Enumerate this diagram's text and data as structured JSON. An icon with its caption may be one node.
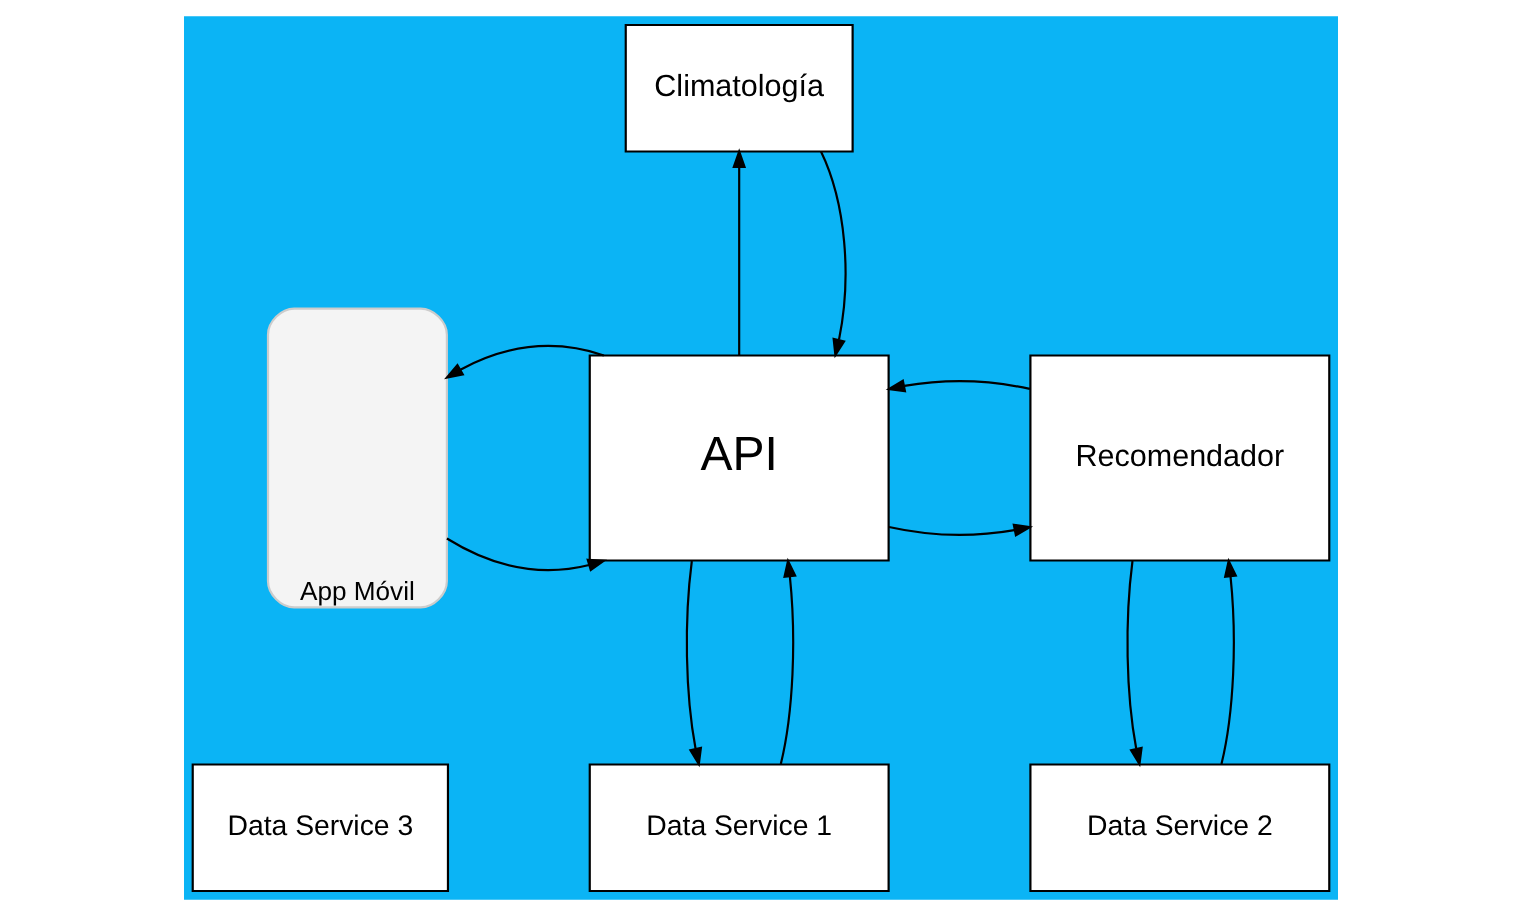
{
  "diagram": {
    "nodes": [
      {
        "text": [
          "App Móvil"
        ]
      },
      {
        "text": [
          "Climatología"
        ]
      },
      {
        "text": [
          "API"
        ]
      },
      {
        "text": [
          "Recomendador"
        ]
      },
      {
        "text": [
          "Data Service 3"
        ]
      },
      {
        "text": [
          "Data Service 1"
        ]
      },
      {
        "text": [
          "Data Service 2"
        ]
      }
    ],
    "edges": [
      {
        "from": 0,
        "to": 2,
        "arrow": "to"
      },
      {
        "from": 2,
        "to": 0,
        "arrow": "to"
      },
      {
        "from": 2,
        "to": 1,
        "arrow": "to"
      },
      {
        "from": 1,
        "to": 2,
        "arrow": "to"
      },
      {
        "from": 2,
        "to": 3,
        "arrow": "to"
      },
      {
        "from": 3,
        "to": 2,
        "arrow": "to"
      },
      {
        "from": 5,
        "to": 2,
        "arrow": "to"
      },
      {
        "from": 2,
        "to": 5,
        "arrow": "to"
      },
      {
        "from": 6,
        "to": 3,
        "arrow": "to"
      },
      {
        "from": 3,
        "to": 6,
        "arrow": "to"
      }
    ]
  }
}
